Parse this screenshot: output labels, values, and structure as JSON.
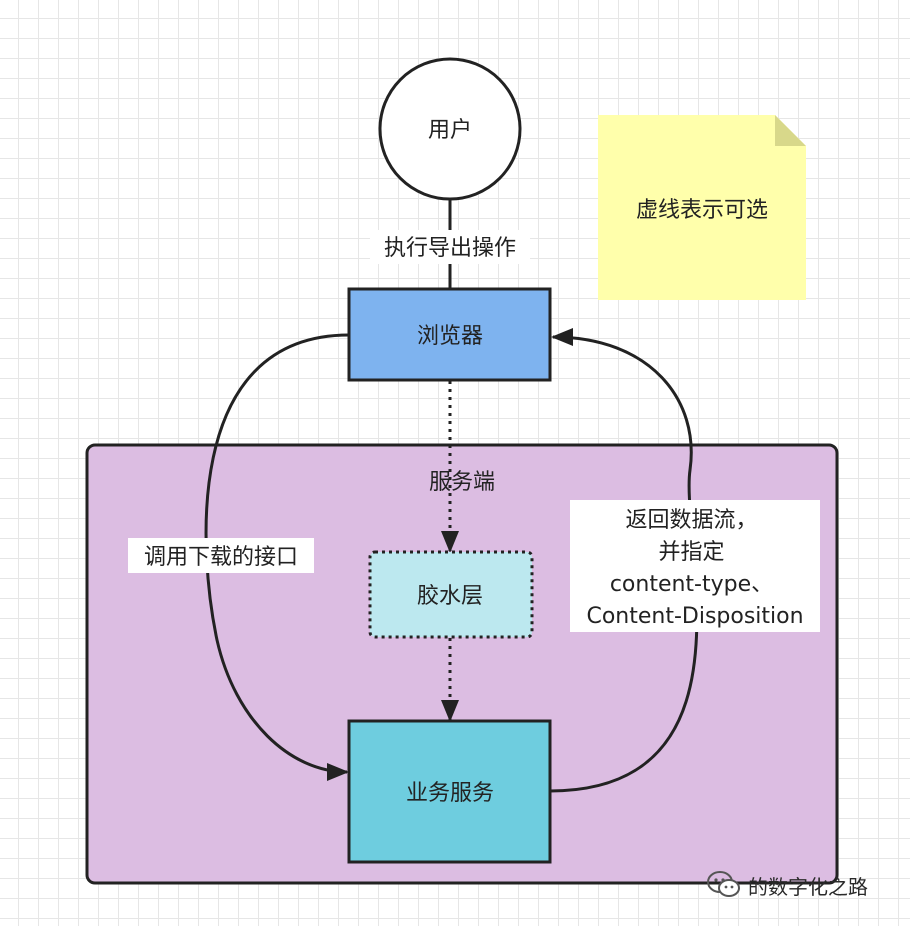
{
  "nodes": {
    "user": "用户",
    "browser": "浏览器",
    "server_group": "服务端",
    "glue_layer": "胶水层",
    "business_service": "业务服务"
  },
  "edges": {
    "user_to_browser": "执行导出操作",
    "browser_to_business": "调用下载的接口",
    "business_to_browser": [
      "返回数据流，",
      "并指定",
      "content-type、",
      "Content-Disposition"
    ]
  },
  "note": "虚线表示可选",
  "watermark": "的数字化之路",
  "colors": {
    "browser_fill": "#7eb3ef",
    "server_fill": "#dcbde2",
    "glue_fill": "#bce8ef",
    "business_fill": "#6ecddf",
    "note_fill": "#ffffab",
    "note_fold": "#d8d88a",
    "stroke": "#222222"
  }
}
